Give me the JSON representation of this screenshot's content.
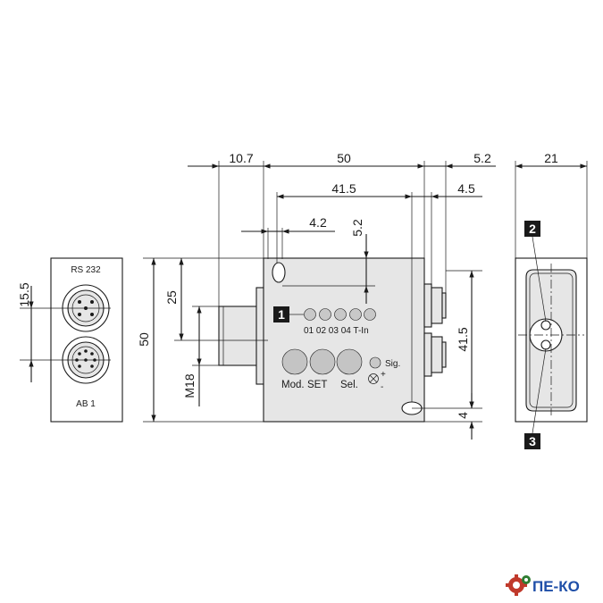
{
  "dimensions": {
    "d_10_7": "10.7",
    "d_50_top": "50",
    "d_5_2_top": "5.2",
    "d_21": "21",
    "d_41_5_top": "41.5",
    "d_4_5": "4.5",
    "d_4_2": "4.2",
    "d_5_2_vert": "5.2",
    "d_15_5": "15.5",
    "d_50_left": "50",
    "d_25": "25",
    "d_m18": "M18",
    "d_41_5_right": "41.5",
    "d_4": "4"
  },
  "connector_labels": {
    "top": "RS 232",
    "bottom": "AB 1"
  },
  "led_labels": "01 02 03 04 T-In",
  "button_labels": {
    "mode": "Mod.",
    "set": "SET",
    "select": "Sel."
  },
  "signal_label": "Sig.",
  "polarity": {
    "plus": "+",
    "minus": "-"
  },
  "callouts": [
    "1",
    "2",
    "3"
  ],
  "logo": {
    "text": "ПЕ-КО",
    "accent_color": "#c0392b",
    "text_color": "#1f4fa8"
  }
}
